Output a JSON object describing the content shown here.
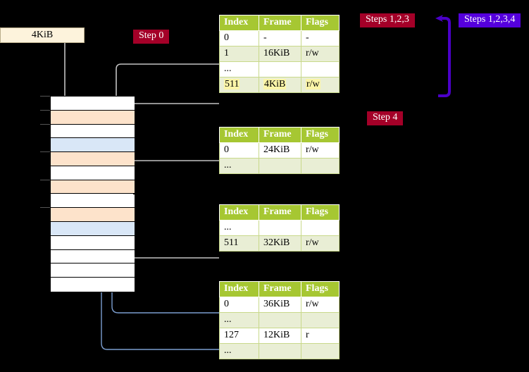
{
  "diagram": {
    "title_labels": {
      "size_box": "4KiB",
      "step0": "Step 0",
      "step123": "Steps 1,2,3",
      "step1234": "Steps 1,2,3,4",
      "step4": "Step 4"
    },
    "colors": {
      "table_header_bg": "#a6c732",
      "table_row_tint": "#e9eed5",
      "highlight_yellow": "#fbf5a8",
      "step_red": "#a40028",
      "step_blue": "#5500dd",
      "mem_orange": "#fde3cb",
      "mem_blue": "#d9e7f7",
      "size_box_bg": "#fdf3dc",
      "wire_gray": "#b9b9b9",
      "wire_blue": "#7b9ed0",
      "bracket_purple": "#4b00c8"
    },
    "memory_block": {
      "rows": [
        {
          "fill": "white"
        },
        {
          "fill": "orange"
        },
        {
          "fill": "white"
        },
        {
          "fill": "blue"
        },
        {
          "fill": "orange"
        },
        {
          "fill": "white"
        },
        {
          "fill": "orange"
        },
        {
          "fill": "white"
        },
        {
          "fill": "orange"
        },
        {
          "fill": "blue"
        },
        {
          "fill": "white"
        },
        {
          "fill": "white"
        },
        {
          "fill": "white"
        },
        {
          "fill": "white"
        }
      ]
    },
    "tables": [
      {
        "name": "level4-table",
        "headers": [
          "Index",
          "Frame",
          "Flags"
        ],
        "rows": [
          {
            "cells": [
              "0",
              "-",
              "-"
            ],
            "tint": false,
            "highlight": false
          },
          {
            "cells": [
              "1",
              "16KiB",
              "r/w"
            ],
            "tint": true,
            "highlight": false
          },
          {
            "cells": [
              "...",
              "",
              ""
            ],
            "tint": false,
            "highlight": false
          },
          {
            "cells": [
              "511",
              "4KiB",
              "r/w"
            ],
            "tint": true,
            "highlight": true
          }
        ]
      },
      {
        "name": "level3-table",
        "headers": [
          "Index",
          "Frame",
          "Flags"
        ],
        "rows": [
          {
            "cells": [
              "0",
              "24KiB",
              "r/w"
            ],
            "tint": false,
            "highlight": false
          },
          {
            "cells": [
              "...",
              "",
              ""
            ],
            "tint": true,
            "highlight": false
          }
        ]
      },
      {
        "name": "level2-table",
        "headers": [
          "Index",
          "Frame",
          "Flags"
        ],
        "rows": [
          {
            "cells": [
              "...",
              "",
              ""
            ],
            "tint": false,
            "highlight": false
          },
          {
            "cells": [
              "511",
              "32KiB",
              "r/w"
            ],
            "tint": true,
            "highlight": false
          }
        ]
      },
      {
        "name": "level1-table",
        "headers": [
          "Index",
          "Frame",
          "Flags"
        ],
        "rows": [
          {
            "cells": [
              "0",
              "36KiB",
              "r/w"
            ],
            "tint": false,
            "highlight": false
          },
          {
            "cells": [
              "...",
              "",
              ""
            ],
            "tint": true,
            "highlight": false
          },
          {
            "cells": [
              "127",
              "12KiB",
              "r"
            ],
            "tint": false,
            "highlight": false
          },
          {
            "cells": [
              "...",
              "",
              ""
            ],
            "tint": true,
            "highlight": false
          }
        ]
      }
    ]
  }
}
